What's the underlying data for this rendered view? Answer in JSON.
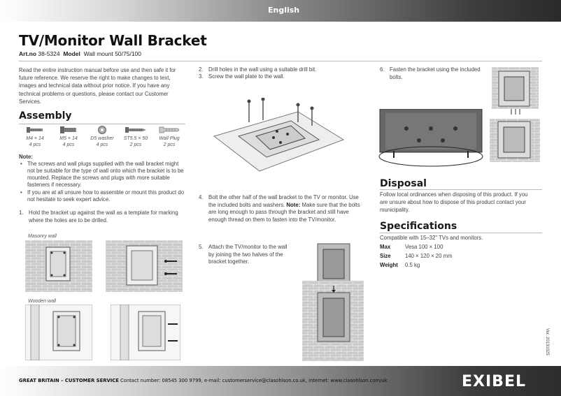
{
  "header": {
    "language": "English"
  },
  "title": "TV/Monitor Wall Bracket",
  "artno": {
    "label": "Art.no",
    "number": "38-5324",
    "model_label": "Model",
    "model": "Wall mount 50/75/100"
  },
  "intro": "Read the entire instruction manual before use and then safe it for future reference. We reserve the right to make changes to text, images and technical data without prior notice. If you have any technical problems or questions, please contact our Customer Services.",
  "assembly": {
    "heading": "Assembly",
    "parts": [
      {
        "label": "M4 × 14",
        "qty": "4 pcs",
        "icon": "screw-icon"
      },
      {
        "label": "M5 × 14",
        "qty": "4 pcs",
        "icon": "screw-icon"
      },
      {
        "label": "D5 washer",
        "qty": "4 pcs",
        "icon": "washer-icon"
      },
      {
        "label": "ST5.5 × 50",
        "qty": "2 pcs",
        "icon": "wood-screw-icon"
      },
      {
        "label": "Wall Plug",
        "qty": "2 pcs",
        "icon": "wall-plug-icon"
      }
    ],
    "note_label": "Note:",
    "notes": [
      "The screws and wall plugs supplied with the wall bracket might not be suitable for the type of wall onto which the bracket is to be mounted. Replace the screws and plugs with more suitable fasteners if necessary.",
      "If you are at all unsure how to assemble or mount this product do not hesitate to seek expert advice."
    ],
    "step1": "Hold the bracket up against the wall as a template for marking where the holes are to be drilled.",
    "masonry_label": "Masonry wall",
    "wooden_label": "Wooden wall"
  },
  "steps": {
    "s2": "Drill holes in the wall using a suitable drill bit.",
    "s3": "Screw the wall plate to the wall.",
    "s4a": "Bolt the other half of the wall bracket to the TV or monitor. Use the included bolts and washers. ",
    "s4_note": "Note:",
    "s4b": " Make sure that the bolts are long enough to pass through the bracket and still have enough thread on them to fasten into the TV/monitor.",
    "s5": "Attach the TV/monitor to the wall by joining the two halves of the bracket together.",
    "s6": "Fasten the bracket using the included bolts."
  },
  "disposal": {
    "heading": "Disposal",
    "text": "Follow local ordinances when disposing of this product. If you are unsure about how to dispose of this product contact your municipality."
  },
  "specs": {
    "heading": "Specifications",
    "compat": "Compatible with 15–32\" TVs and monitors.",
    "rows": [
      {
        "k": "Max",
        "v": "Vesa 100 × 100"
      },
      {
        "k": "Size",
        "v": "140 × 120 × 20 mm"
      },
      {
        "k": "Weight",
        "v": "0.5 kg"
      }
    ]
  },
  "footer": {
    "service_label": "GREAT BRITAIN – CUSTOMER SERVICE",
    "contact": " Contact number: 08545 300 9799, e-mail: customerservice@clasohlson.co.uk, internet: www.clasohlson.com/uk",
    "brand": "EXIBEL",
    "version": "Ver. 20131025"
  }
}
